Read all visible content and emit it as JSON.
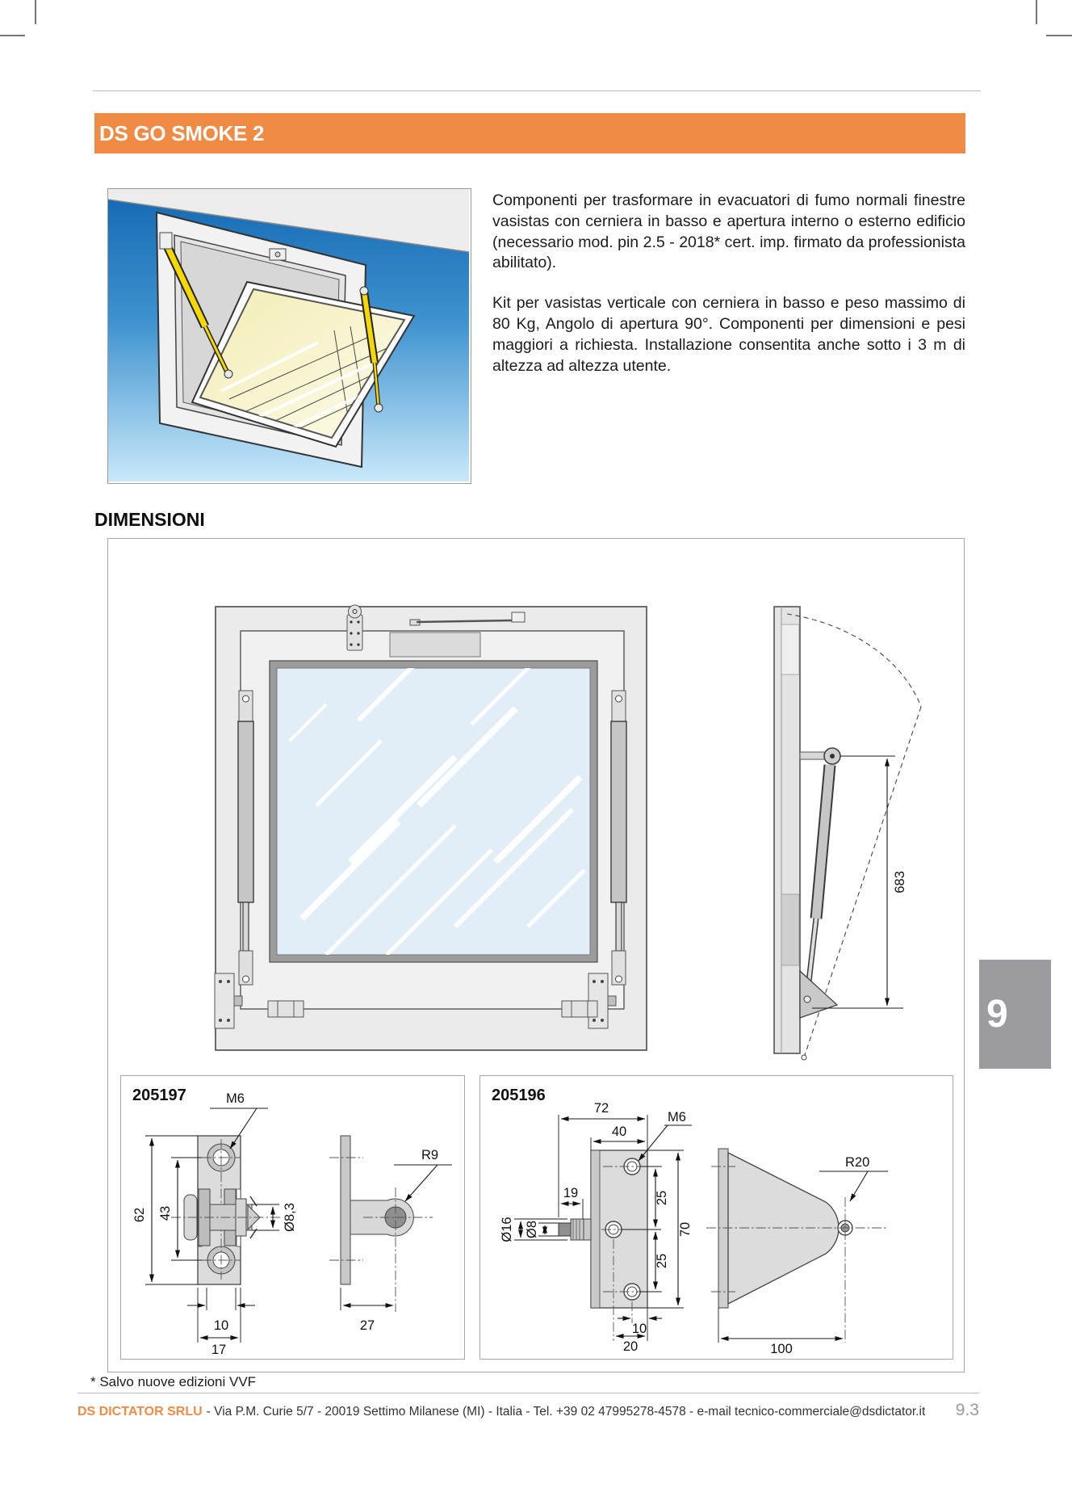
{
  "header": {
    "title": "DS GO SMOKE 2"
  },
  "intro": {
    "para1": "Componenti per trasformare in evacuatori di fumo normali finestre vasistas con cerniera in basso e apertura interno o esterno edificio (necessario mod. pin 2.5 - 2018* cert. imp. firmato da professionista abilitato).",
    "para2": "Kit per vasistas verticale con cerniera in basso e peso massimo di 80 Kg, Angolo di apertura 90°. Componenti per dimensioni e pesi maggiori a richiesta. Installazione consentita anche sotto i 3 m di altezza ad altezza utente."
  },
  "section": {
    "title": "DIMENSIONI"
  },
  "main_drawing": {
    "dim_683": "683"
  },
  "part_205197": {
    "code": "205197",
    "dims": {
      "m6": "M6",
      "d62": "62",
      "d43": "43",
      "d83": "Ø8,3",
      "d10": "10",
      "d17": "17",
      "r9": "R9",
      "d27": "27"
    }
  },
  "part_205196": {
    "code": "205196",
    "dims": {
      "d72": "72",
      "d40": "40",
      "m6": "M6",
      "d19": "19",
      "d16": "Ø16",
      "d8": "Ø8",
      "d25a": "25",
      "d25b": "25",
      "d70": "70",
      "d10": "10",
      "d20": "20",
      "r20": "R20",
      "d100": "100"
    }
  },
  "footnote": {
    "text": "* Salvo nuove edizioni VVF"
  },
  "footer": {
    "company": "DS DICTATOR SRLU",
    "address": "- Via P.M. Curie 5/7 - 20019 Settimo Milanese (MI) - Italia - Tel. +39 02 47995278-4578 - e-mail tecnico-commerciale@dsdictator.it",
    "page": "9.3"
  },
  "side_tab": {
    "label": "9"
  },
  "colors": {
    "accent_orange": "#EF8B45",
    "tab_gray": "#9B9BA0",
    "glass_blue": "#E2EEF7",
    "illustration_blue": "#1468B2",
    "spring_yellow": "#F5D800"
  }
}
